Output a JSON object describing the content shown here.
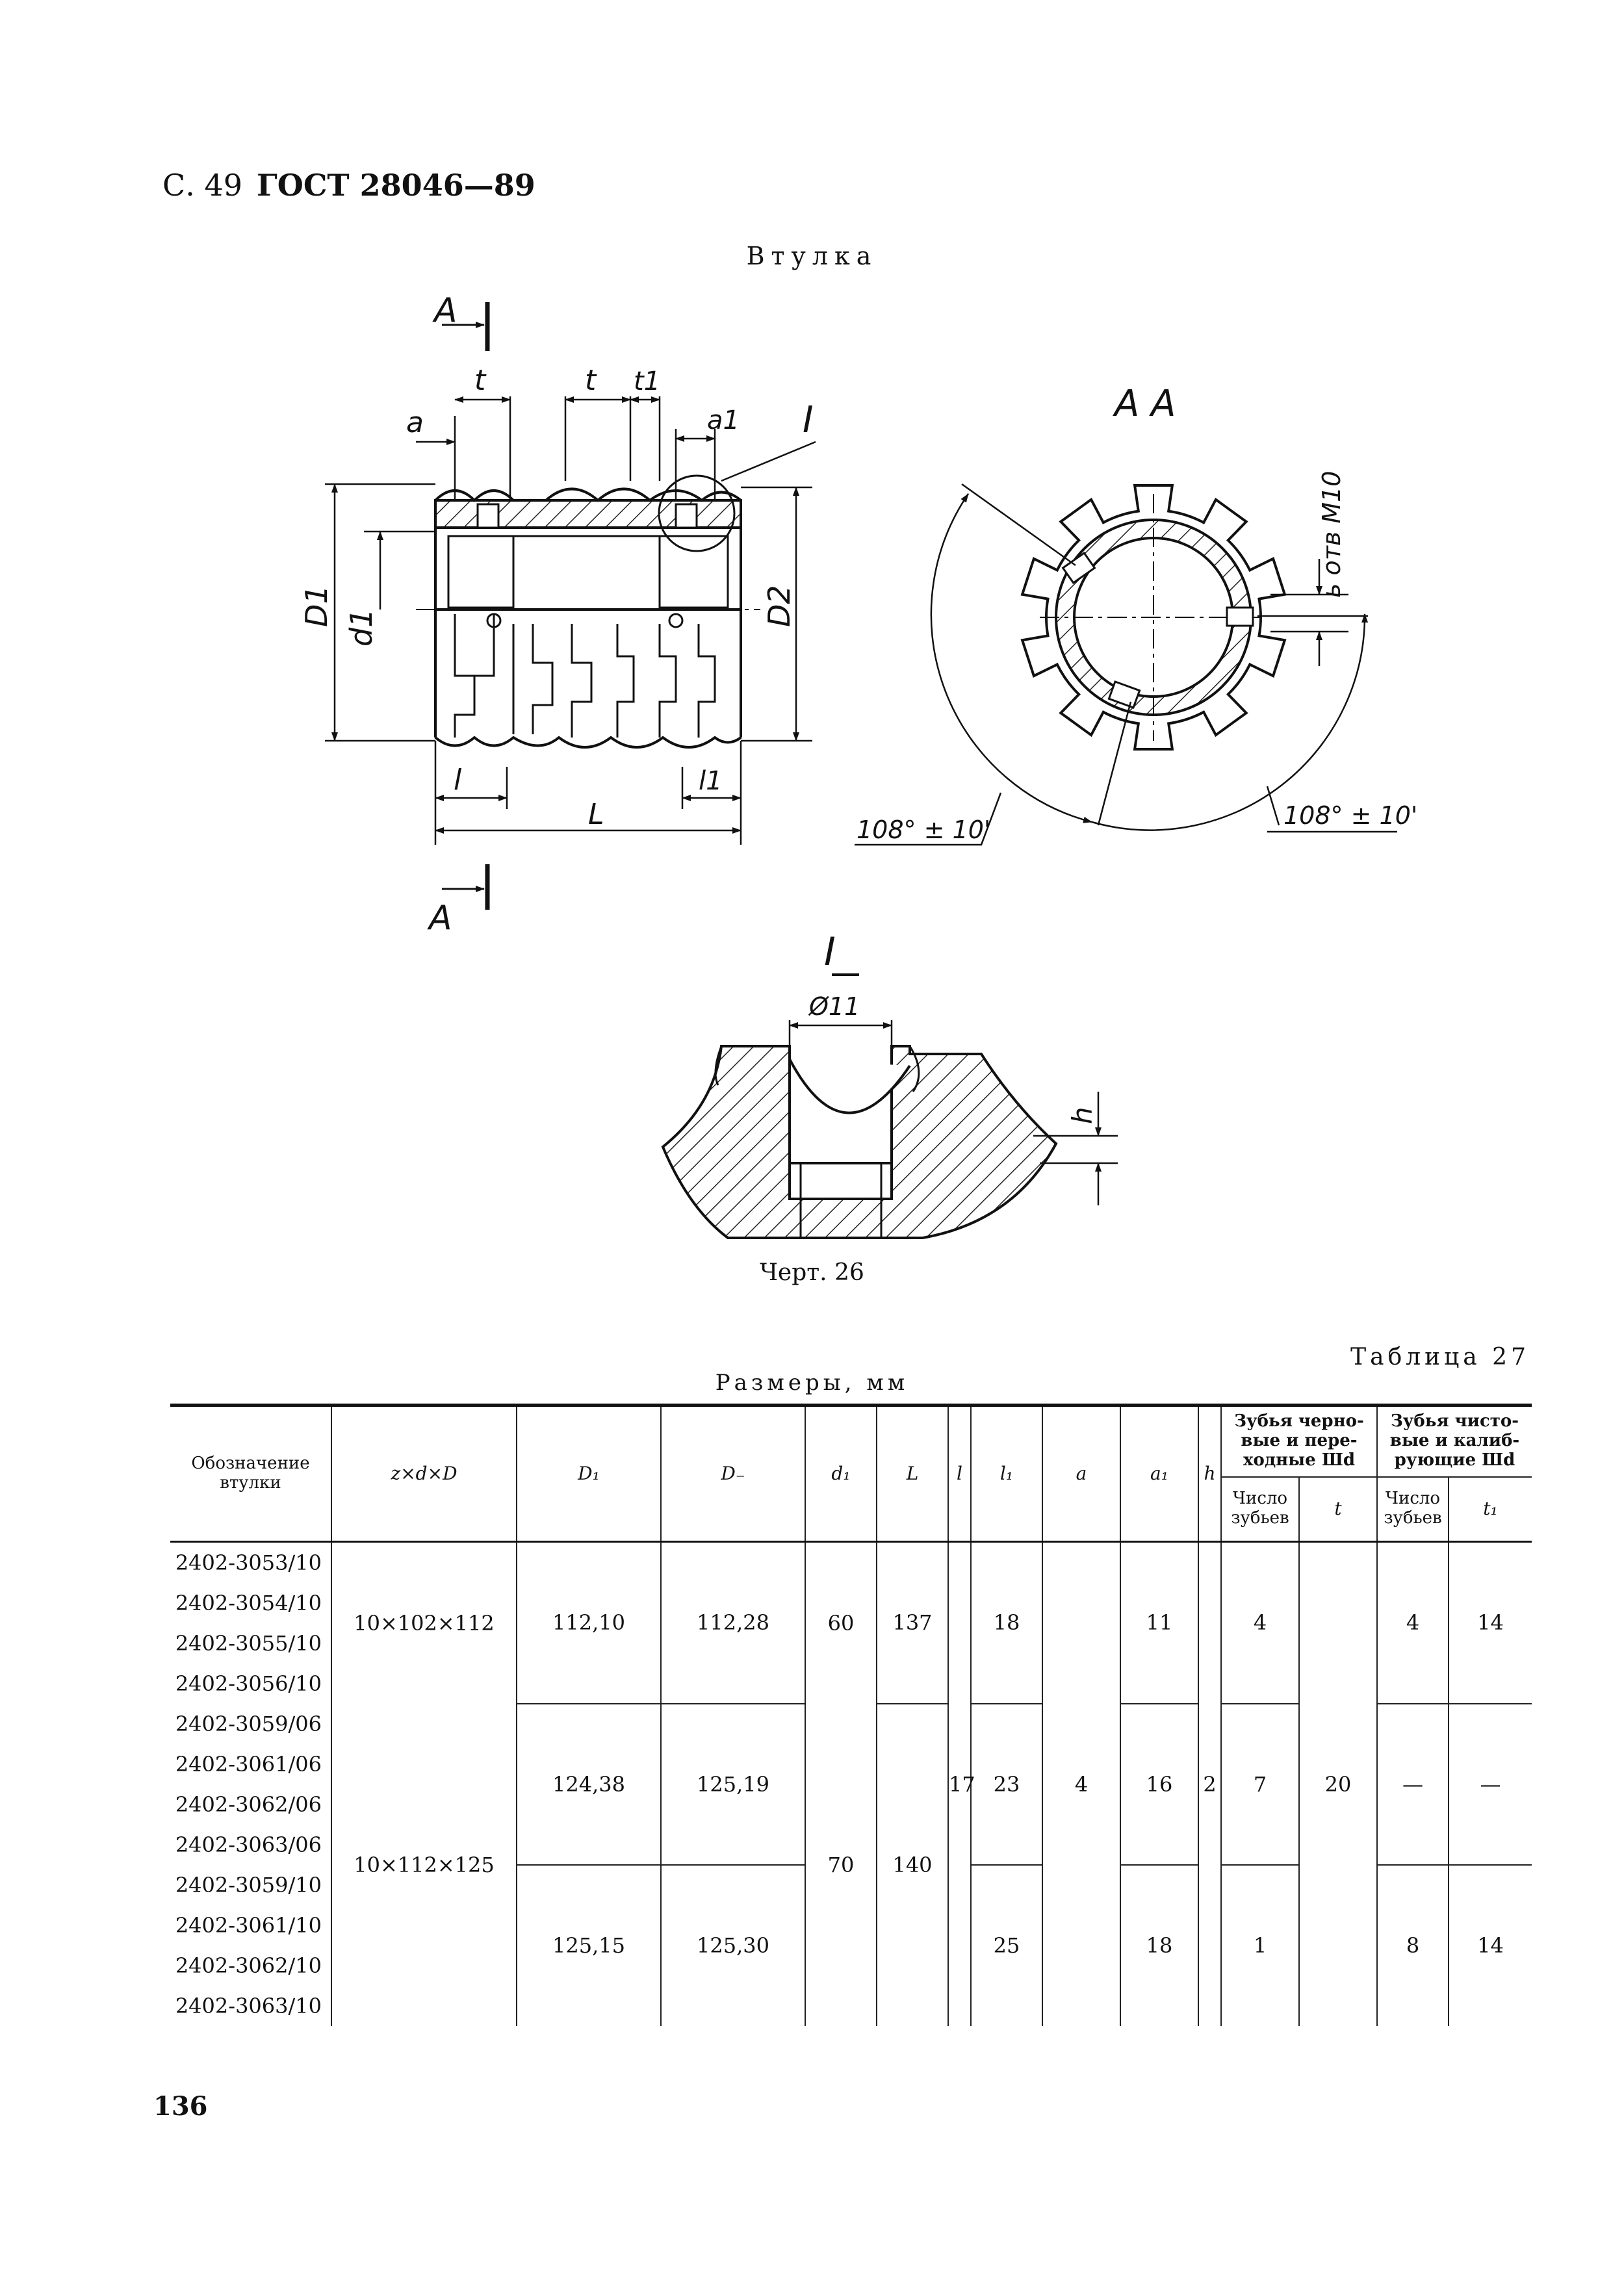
{
  "header": {
    "page": "С. 49",
    "standard": "ГОСТ 28046—89"
  },
  "title": "Втулка",
  "drawing": {
    "labels": {
      "A": "A",
      "AA": "A A",
      "I": "I",
      "a": "a",
      "a1": "a1",
      "t": "t",
      "t1": "t1",
      "D1": "D1",
      "d1": "d1",
      "D2": "D2",
      "l": "l",
      "l1": "l1",
      "L": "L",
      "hole": "ь отв М10",
      "angle": "108° ± 10'",
      "dia11": "Ø11",
      "h": "h"
    }
  },
  "caption": "Черт. 26",
  "table_no": "Таблица 27",
  "units": "Размеры, мм",
  "table": {
    "headers": {
      "designation": "Обозначение втулки",
      "zdD": "z×d×D",
      "D1": "D₁",
      "D2": "D₋",
      "d1": "d₁",
      "L": "L",
      "l": "l",
      "l1": "l₁",
      "a": "a",
      "a1": "a₁",
      "h": "h",
      "rough": "Зубья черно-вые и пере-ходные Шd",
      "finish": "Зубья чисто-вые и калиб-рующие Шd",
      "teeth": "Число зубьев",
      "t": "t",
      "teeth2": "Число зубьев",
      "t1": "t₁"
    },
    "designations": [
      "2402-3053/10",
      "2402-3054/10",
      "2402-3055/10",
      "2402-3056/10",
      "2402-3059/06",
      "2402-3061/06",
      "2402-3062/06",
      "2402-3063/06",
      "2402-3059/10",
      "2402-3061/10",
      "2402-3062/10",
      "2402-3063/10"
    ],
    "g1": {
      "zdD": "10×102×112",
      "D1": "112,10",
      "D2": "112,28",
      "d1": "60",
      "L": "137",
      "l1": "18",
      "a1": "11",
      "teeth": "4",
      "teeth2": "4",
      "t1": "14"
    },
    "g2": {
      "zdD": "10×112×125",
      "d1": "70",
      "L": "140"
    },
    "g2a": {
      "D1": "124,38",
      "D2": "125,19",
      "l1": "23",
      "a1": "16",
      "teeth": "7",
      "teeth2": "—",
      "t1": "—"
    },
    "g2b": {
      "D1": "125,15",
      "D2": "125,30",
      "l1": "25",
      "a1": "18",
      "teeth": "1",
      "teeth2": "8",
      "t1": "14"
    },
    "shared": {
      "l": "17",
      "a": "4",
      "h": "2",
      "t": "20"
    }
  },
  "page_number": "136"
}
